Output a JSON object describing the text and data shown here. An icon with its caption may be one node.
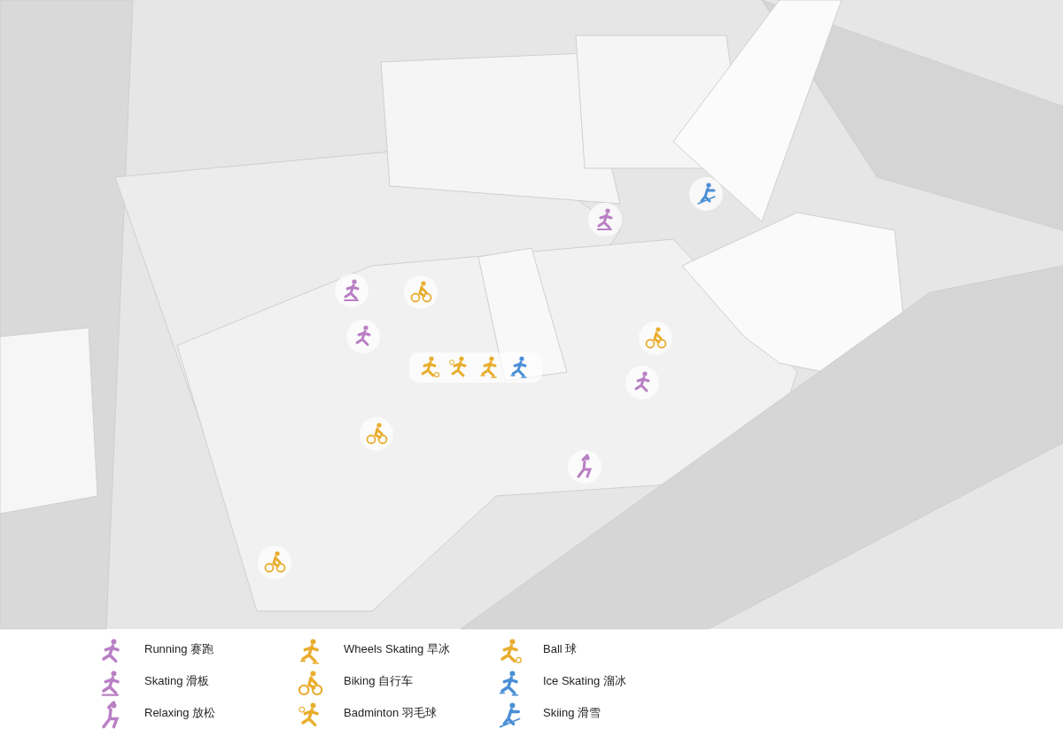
{
  "diagram": {
    "legend": [
      {
        "text": "Running 赛跑"
      },
      {
        "text": "Skating 滑板"
      },
      {
        "text": "Relaxing 放松"
      },
      {
        "text": "Wheels Skating 旱冰"
      },
      {
        "text": "Biking 自行车"
      },
      {
        "text": "Badminton 羽毛球"
      },
      {
        "text": "Ball 球"
      },
      {
        "text": "Ice Skating 溜冰"
      },
      {
        "text": "Skiing 滑雪"
      }
    ]
  }
}
